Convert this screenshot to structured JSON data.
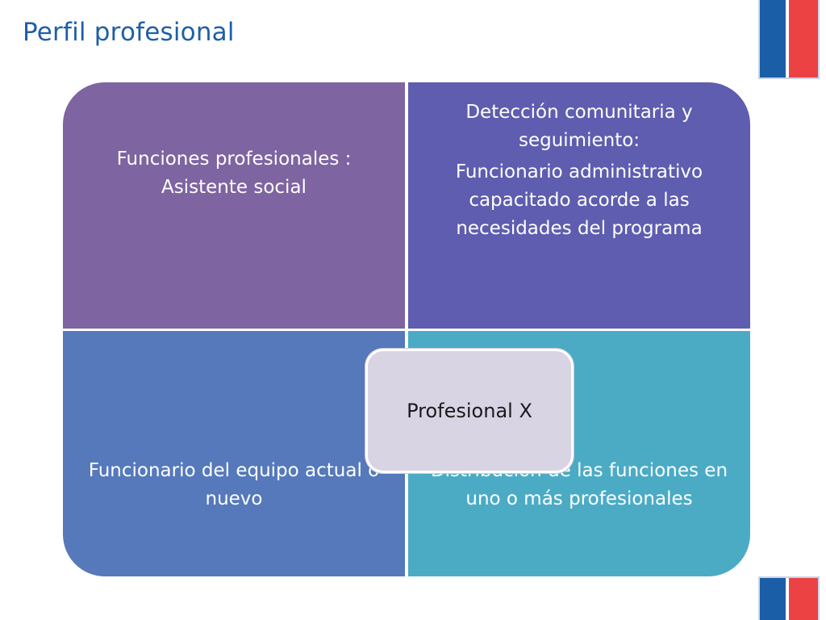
{
  "slide": {
    "title": "Perfil profesional"
  },
  "diagram": {
    "center": "Profesional X",
    "top_left": {
      "text": "Funciones profesionales : Asistente social"
    },
    "top_right": {
      "heading": "Detección comunitaria y seguimiento:",
      "text": "Funcionario administrativo capacitado acorde a las necesidades del programa"
    },
    "bottom_left": {
      "text": "Funcionario del equipo actual o nuevo"
    },
    "bottom_right": {
      "text": "Distribución de las funciones en uno o más profesionales"
    }
  },
  "colors": {
    "title": "#1f5fa6",
    "top_left": "#7e64a0",
    "top_right": "#5f5db0",
    "bottom_left": "#5579bb",
    "bottom_right": "#4babc5",
    "center": "#d8d4e4",
    "flag_blue": "#1b5ea8",
    "flag_red": "#ec4244"
  }
}
